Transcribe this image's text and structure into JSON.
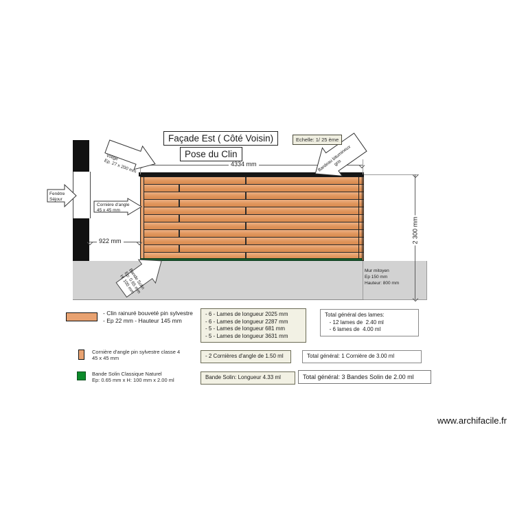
{
  "titles": {
    "facade": "Façade Est ( Côté Voisin)",
    "pose": "Pose du Clin",
    "scale": "Echelle: 1/ 25 ème"
  },
  "callouts": {
    "volige": "Volige\nEp. 27 x 200 mm",
    "bardeau": "Bardeau bitumineux\ngris",
    "corniere": "Cornière d'angle\n45 x 45 mm",
    "fenetre": "Fenêtre\nSéjour",
    "bande_solin": "Bande Solin\nEp: 0.65 mm\nH: 100 mm"
  },
  "notes": {
    "mur_mitoyen": "Mur mitoyen\nEp 150 mm\nHauteur: 800 mm"
  },
  "dimensions": {
    "width_top": "4334 mm",
    "offset_left": "922 mm",
    "height_right": "2 300 mm"
  },
  "legend": {
    "clin": {
      "line1": "- Clin rainuré bouveté pin sylvestre",
      "line2": "- Ep 22 mm - Hauteur 145 mm"
    },
    "corniere": {
      "line1": "Cornière d'angle pin sylvestre classe 4",
      "line2": "45 x 45 mm"
    },
    "solin": {
      "line1": "Bande Solin Classique Naturel",
      "line2": "Ep: 0.65 mm x H: 100 mm x 2.00 ml"
    }
  },
  "tallies": {
    "lames_list": "- 6 - Lames de longueur 2025 mm\n- 6 - Lames de longueur 2287 mm\n- 5 - Lames de longueur 681 mm\n- 5 - Lames de longueur 3631 mm",
    "lames_total": "Total général des lames:\n   - 12 lames de  2.40 ml\n   - 6 lames de  4.00 ml",
    "corniere_list": "- 2 Cornières d'angle de 1.50 ml",
    "corniere_total": "Total général: 1 Cornière de 3.00 ml",
    "solin_list": "Bande Solin: Longueur 4.33 ml",
    "solin_total": "Total général: 3 Bandes Solin de 2.00 ml"
  },
  "footer": {
    "site": "www.archifacile.fr"
  },
  "colors": {
    "clin": "#e8a271",
    "solin": "#0b8a2a",
    "ground": "#d2d2d2",
    "wall": "#111111"
  }
}
